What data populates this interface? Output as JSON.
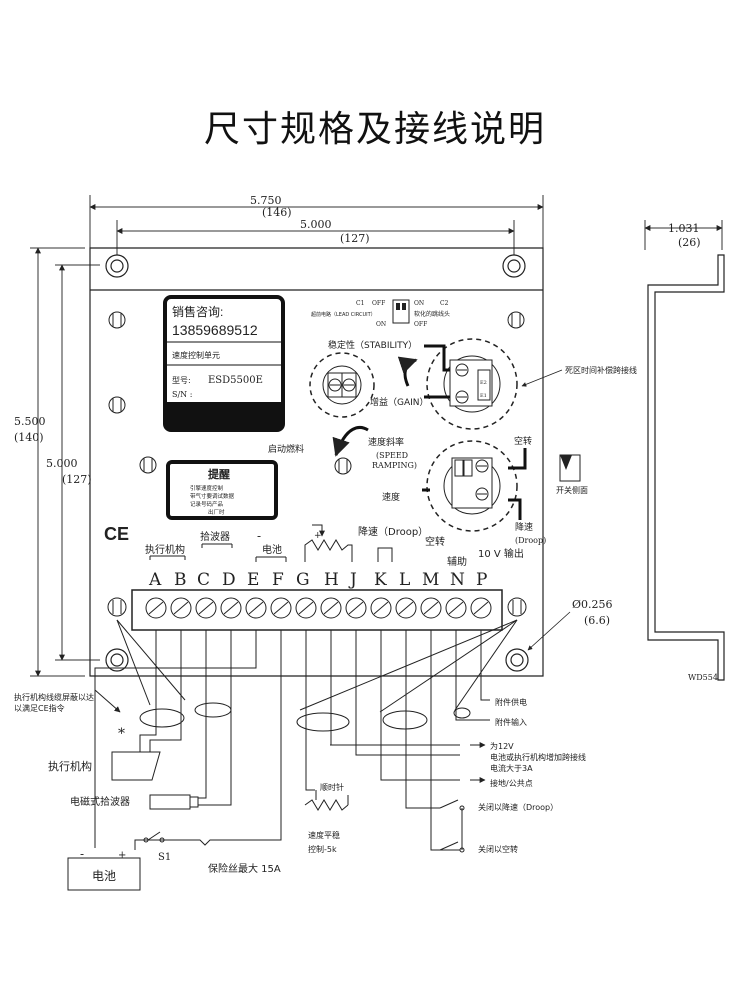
{
  "title": "尺寸规格及接线说明",
  "dims": {
    "overall_width": "5.750",
    "overall_width_mm": "(146)",
    "hole_width": "5.000",
    "hole_width_mm": "(127)",
    "overall_height": "5.500",
    "overall_height_mm": "(140)",
    "hole_height": "5.000",
    "hole_height_mm": "(127)",
    "side_depth": "1.031",
    "side_depth_mm": "(26)",
    "hole_dia": "Ø0.256",
    "hole_dia_mm": "(6.6)"
  },
  "label": {
    "sales_inquiry": "销售咨询:",
    "phone": "13859689512",
    "unit_name": "速度控制单元",
    "model_prefix": "型号:",
    "model": "ESD5500E",
    "sn": "S/N :"
  },
  "switches": {
    "c1": "C1",
    "c1_desc": "超前电路（LEAD CIRCUIT）",
    "off": "OFF",
    "on": "ON",
    "c2": "C2",
    "c2_desc": "软化的跳线头"
  },
  "pots": {
    "stability": "稳定性（STABILITY）",
    "gain": "增益（GAIN）",
    "dead_time": "死区时间补偿跨接线",
    "start_fuel": "启动燃料",
    "speed_ramping": "速度斜率",
    "speed_ramping_en1": "(SPEED",
    "speed_ramping_en2": "RAMPING)",
    "idle": "空转",
    "speed": "速度",
    "droop_pot": "降速",
    "droop_pot_en": "(Droop)",
    "switch_side": "开关侧面"
  },
  "reminder": {
    "title": "提醒",
    "line1": "引擎速度控制",
    "line2": "带气寸要调试数据",
    "line3": "记录号码产品",
    "line4": "出厂时"
  },
  "ce": "CE",
  "groups": {
    "actuator": "执行机构",
    "pickup": "拾波器",
    "battery_minus": "-",
    "battery": "电池",
    "droop": "降速（Droop）",
    "idle": "空转",
    "aux": "辅助",
    "out10v": "10 V 输出"
  },
  "terminals": [
    "A",
    "B",
    "C",
    "D",
    "E",
    "F",
    "G",
    "H",
    "J",
    "K",
    "L",
    "M",
    "N",
    "P"
  ],
  "wiring": {
    "shield_note1": "执行机构线缆屏蔽以达",
    "shield_note2": "以满足CE指令",
    "star": "*",
    "actuator": "执行机构",
    "mag_pickup": "电磁式拾波器",
    "battery_minus": "-",
    "battery_plus": "+",
    "s1": "S1",
    "battery": "电池",
    "fuse": "保险丝最大 15A",
    "clockwise": "顺时针",
    "speed_trim1": "速度平稳",
    "speed_trim2": "控制-5k",
    "acc_power": "附件供电",
    "acc_input": "附件输入",
    "v12_1": "为12V",
    "v12_2": "电池或执行机构增加跨接线",
    "v12_3": "电流大于3A",
    "ground": "接地/公共点",
    "close_droop": "关闭以降速（Droop）",
    "close_idle": "关闭以空转"
  },
  "side_code": "WD554"
}
